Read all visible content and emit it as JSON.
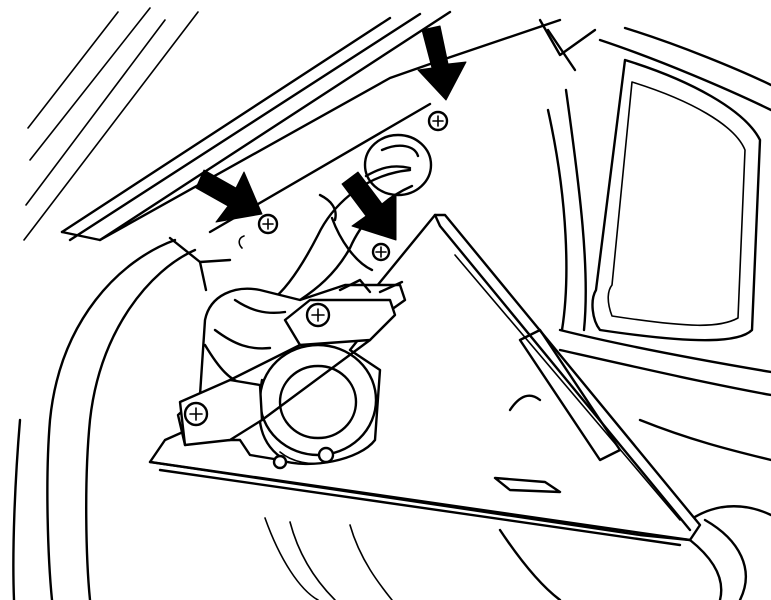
{
  "diagram": {
    "callouts": [
      {
        "name": "top-screw-arrow",
        "target": "screw-top"
      },
      {
        "name": "left-screw-arrow",
        "target": "screw-left"
      },
      {
        "name": "middle-screw-arrow",
        "target": "screw-middle"
      }
    ],
    "colors": {
      "ink": "#000000",
      "paper": "#ffffff"
    }
  }
}
